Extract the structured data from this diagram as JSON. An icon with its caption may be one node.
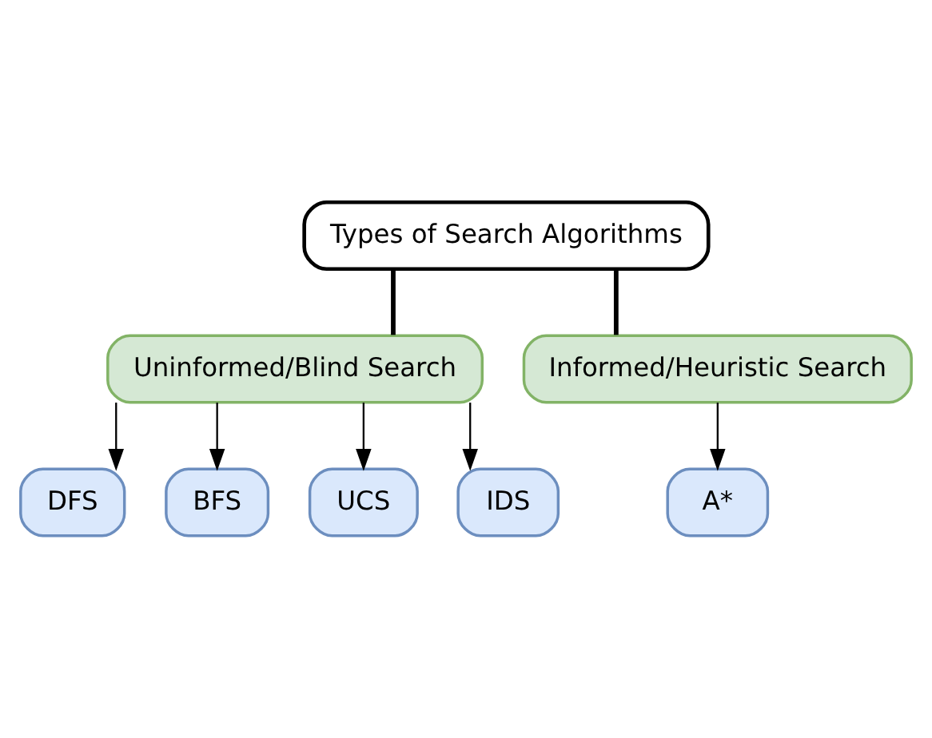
{
  "diagram": {
    "nodes": [
      {
        "text": [
          "Types of Search Algorithms"
        ]
      },
      {
        "text": [
          "Uninformed/Blind Search"
        ]
      },
      {
        "text": [
          "Informed/Heuristic Search"
        ]
      },
      {
        "text": [
          "DFS"
        ]
      },
      {
        "text": [
          "BFS"
        ]
      },
      {
        "text": [
          "UCS"
        ]
      },
      {
        "text": [
          "IDS"
        ]
      },
      {
        "text": [
          "A*"
        ]
      }
    ],
    "edges": [
      {
        "from": 0,
        "to": 1,
        "arrow": "none",
        "style": "thick"
      },
      {
        "from": 0,
        "to": 2,
        "arrow": "none",
        "style": "thick"
      },
      {
        "from": 1,
        "to": 3,
        "arrow": "to"
      },
      {
        "from": 1,
        "to": 4,
        "arrow": "to"
      },
      {
        "from": 1,
        "to": 5,
        "arrow": "to"
      },
      {
        "from": 1,
        "to": 6,
        "arrow": "to"
      },
      {
        "from": 2,
        "to": 7,
        "arrow": "to"
      }
    ]
  }
}
